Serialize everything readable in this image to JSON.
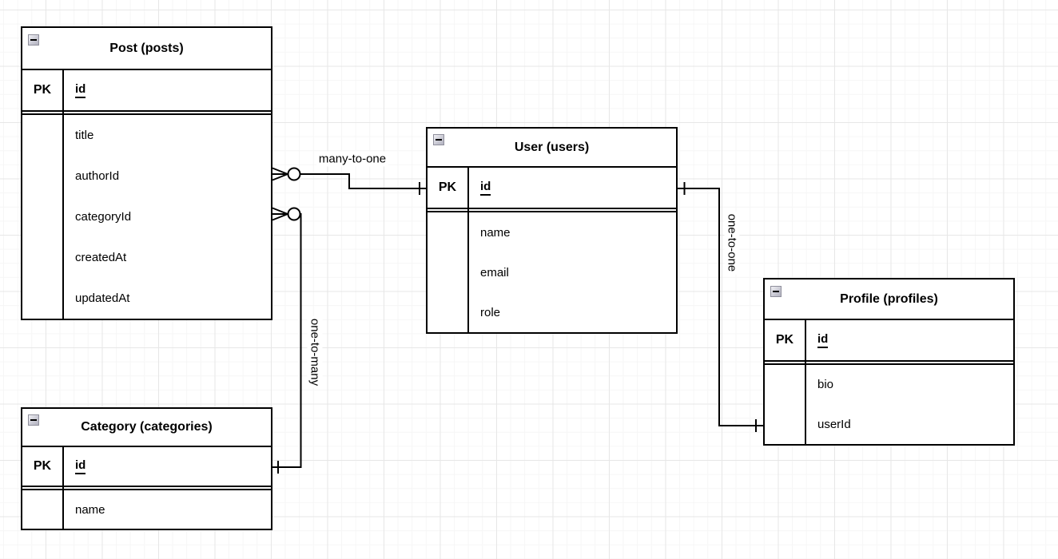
{
  "diagram": {
    "type": "entity-relationship",
    "canvas": {
      "background": "#ffffff",
      "grid_minor_line": "#f6f6f6",
      "grid_major_line": "#e7e7e7"
    },
    "line_color": "#000000",
    "icons": {
      "collapse": "minus-square"
    }
  },
  "entities": [
    {
      "title": "Post (posts)",
      "pk_label": "PK",
      "pk_field": "id",
      "fields": [
        "title",
        "authorId",
        "categoryId",
        "createdAt",
        "updatedAt"
      ]
    },
    {
      "title": "User (users)",
      "pk_label": "PK",
      "pk_field": "id",
      "fields": [
        "name",
        "email",
        "role"
      ]
    },
    {
      "title": "Category (categories)",
      "pk_label": "PK",
      "pk_field": "id",
      "fields": [
        "name"
      ]
    },
    {
      "title": "Profile (profiles)",
      "pk_label": "PK",
      "pk_field": "id",
      "fields": [
        "bio",
        "userId"
      ]
    }
  ],
  "relationships": [
    {
      "label": "many-to-one",
      "from_entity": "Post (posts)",
      "to_entity": "User (users)",
      "from_marker": "zero-or-many",
      "to_marker": "one"
    },
    {
      "label": "one-to-many",
      "from_entity": "Post (posts)",
      "to_entity": "Category (categories)",
      "from_marker": "zero-or-many",
      "to_marker": "one"
    },
    {
      "label": "one-to-one",
      "from_entity": "User (users)",
      "to_entity": "Profile (profiles)",
      "from_marker": "one",
      "to_marker": "one"
    }
  ]
}
